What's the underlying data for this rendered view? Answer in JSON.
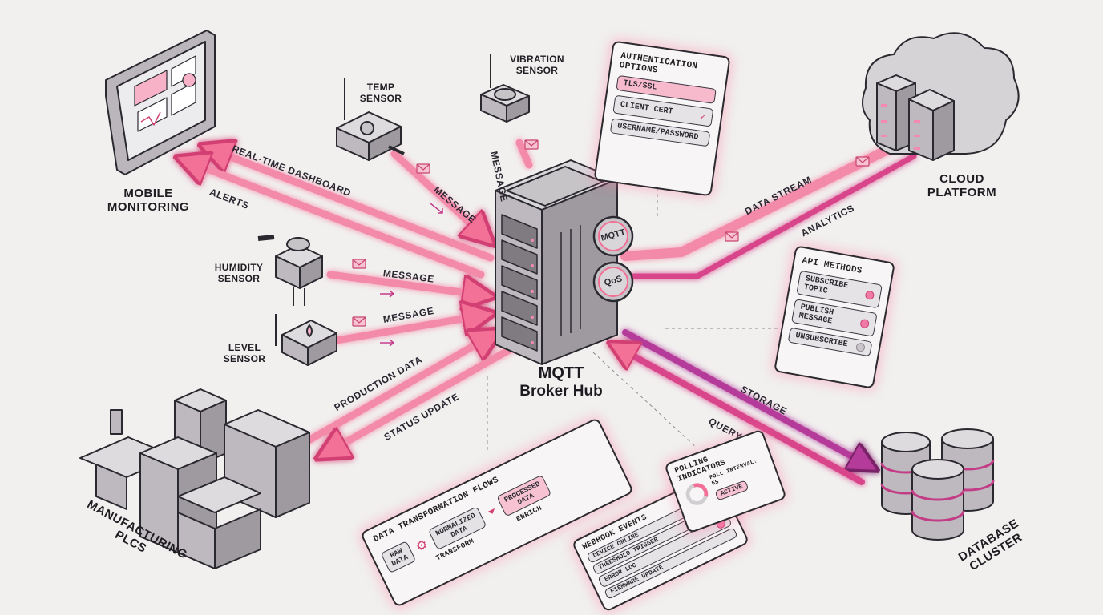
{
  "hub": {
    "title": "MQTT",
    "subtitle": "Broker Hub",
    "badge_1": "MQTT",
    "badge_2": "QoS"
  },
  "nodes": {
    "mobile": "MOBILE\nMONITORING",
    "temp": "TEMP\nSENSOR",
    "vibration": "VIBRATION\nSENSOR",
    "humidity": "HUMIDITY\nSENSOR",
    "level": "LEVEL\nSENSOR",
    "plcs": "MANUFACTURING\nPLCs",
    "cloud": "CLOUD\nPLATFORM",
    "database": "DATABASE\nCLUSTER"
  },
  "flows": {
    "realtime_dashboard": "REAL-TIME DASHBOARD",
    "alerts": "ALERTS",
    "temp_message": "MESSAGE",
    "vibration_message": "MESSAGE",
    "humidity_message": "MESSAGE",
    "level_message": "MESSAGE",
    "production_data": "PRODUCTION DATA",
    "status_update": "STATUS UPDATE",
    "data_stream": "DATA STREAM",
    "analytics": "ANALYTICS",
    "storage": "STORAGE",
    "query": "QUERY"
  },
  "auth_panel": {
    "title": "AUTHENTICATION OPTIONS",
    "items": [
      "TLS/SSL",
      "CLIENT CERT",
      "USERNAME/PASSWORD"
    ]
  },
  "api_panel": {
    "title": "API METHODS",
    "items": [
      "SUBSCRIBE TOPIC",
      "PUBLISH MESSAGE",
      "UNSUBSCRIBE"
    ]
  },
  "transform_panel": {
    "title": "DATA TRANSFORMATION FLOWS",
    "raw": "RAW\nDATA",
    "normalized": "NORMALIZED\nDATA",
    "processed": "PROCESSED\nDATA",
    "transform": "TRANSFORM",
    "enrich": "ENRICH"
  },
  "webhook_panel": {
    "title": "WEBHOOK EVENTS",
    "items": [
      "DEVICE ONLINE",
      "THRESHOLD TRIGGER",
      "ERROR LOG",
      "FIRMWARE UPDATE"
    ]
  },
  "polling_panel": {
    "title": "POLLING\nINDICATORS",
    "interval": "POLL INTERVAL: 5s",
    "status": "ACTIVE"
  },
  "colors": {
    "accent": "#f36f96",
    "accent_dark": "#d23f73",
    "purple": "#b43b9a",
    "ink": "#2b2930",
    "metal": "#b9b6bb"
  }
}
